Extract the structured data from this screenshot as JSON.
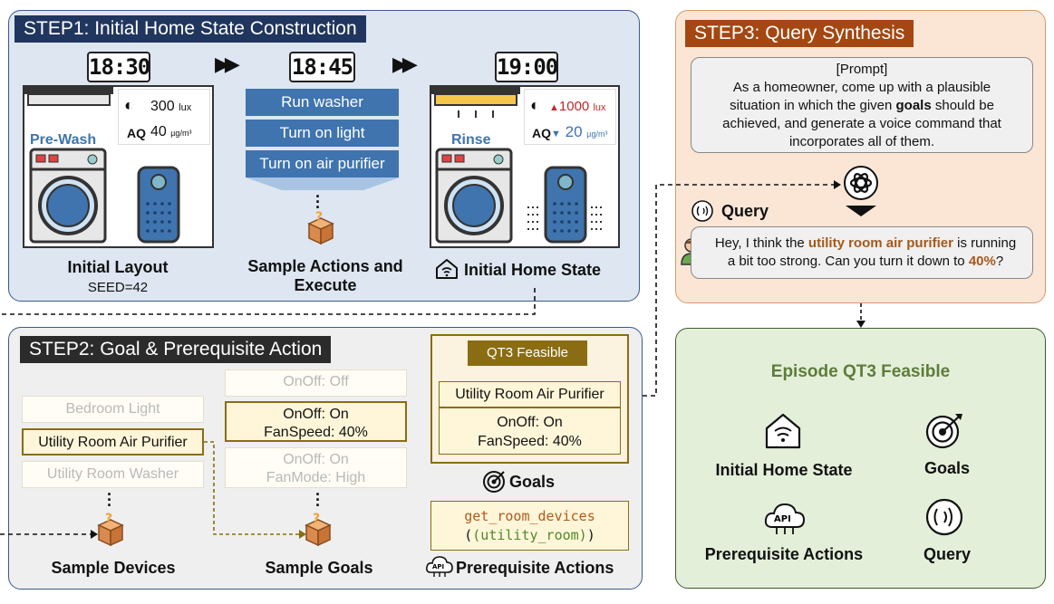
{
  "step1": {
    "title": "STEP1: Initial Home State Construction",
    "times": [
      "18:30",
      "18:45",
      "19:00"
    ],
    "initial": {
      "lux": "300",
      "lux_unit": "lux",
      "aq_label": "AQ",
      "aq": "40",
      "aq_unit": "µg/m³",
      "washer_label": "Pre-Wash"
    },
    "actions": [
      "Run washer",
      "Turn on  light",
      "Turn on  air purifier"
    ],
    "final": {
      "lux": "1000",
      "lux_unit": "lux",
      "aq_label": "AQ",
      "aq": "20",
      "aq_unit": "µg/m³",
      "washer_label": "Rinse"
    },
    "label_layout": "Initial Layout",
    "seed": "SEED=42",
    "label_sample_line1": "Sample Actions and",
    "label_sample_line2": "Execute",
    "label_home": "Initial Home State"
  },
  "step2": {
    "title": "STEP2: Goal & Prerequisite Action",
    "devices": [
      "Bedroom Light",
      "Utility Room Air Purifier",
      "Utility Room Washer"
    ],
    "goals": [
      {
        "line1": "OnOff: Off",
        "line2": ""
      },
      {
        "line1": "OnOff: On",
        "line2": "FanSpeed: 40%"
      },
      {
        "line1": "OnOff: On",
        "line2": "FanMode: High"
      }
    ],
    "feasible_badge": "QT3 Feasible",
    "feasible_device": "Utility Room Air Purifier",
    "feasible_goal_line1": "OnOff: On",
    "feasible_goal_line2": "FanSpeed: 40%",
    "goals_label": "Goals",
    "code_line1": "get_room_devices",
    "code_line2": "(utility_room)",
    "prereq_label": "Prerequisite Actions",
    "label_devices": "Sample Devices",
    "label_goals": "Sample Goals"
  },
  "step3": {
    "title": "STEP3: Query Synthesis",
    "prompt_header": "[Prompt]",
    "prompt_pre": "As a homeowner, come up with a plausible situation in which the given ",
    "prompt_bold": "goals",
    "prompt_post": " should be achieved, and generate a voice command that incorporates all of them.",
    "query_label": "Query",
    "query_pre": "Hey, I think the ",
    "query_device": "utility room air purifier",
    "query_mid": " is running a bit too strong. Can you turn it down to ",
    "query_value": "40%",
    "query_post": "?"
  },
  "episode": {
    "title": "Episode QT3 Feasible",
    "items": [
      "Initial Home State",
      "Goals",
      "Prerequisite Actions",
      "Query"
    ]
  },
  "colors": {
    "step1_bg": "#dde6f1",
    "step1_border": "#3b5a8a",
    "step1_title": "#20365e",
    "step2_bg": "#efefef",
    "step2_border": "#3b5a8a",
    "step2_title": "#2b2b2b",
    "step3_bg": "#fbe6d6",
    "step3_border": "#d69a69",
    "step3_title": "#a44712",
    "episode_bg": "#e3efd9",
    "episode_border": "#3f5b2f",
    "episode_title": "#5e7c3a",
    "action_blue": "#3f74ae",
    "gold": "#8a6d13",
    "accent_brown": "#a5581b",
    "up_red": "#c0282a",
    "down_blue": "#3f74ae"
  }
}
